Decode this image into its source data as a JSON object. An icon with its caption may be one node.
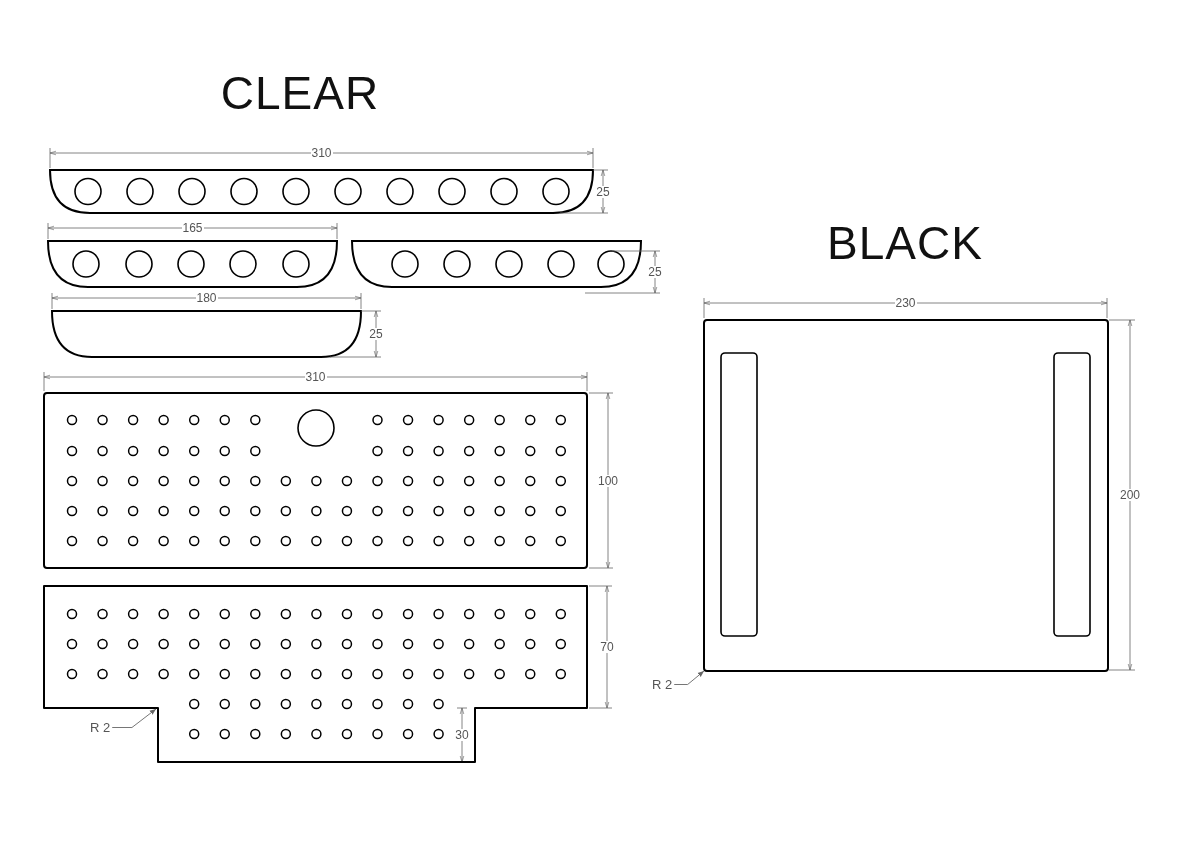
{
  "diagram": {
    "nodes": [
      {
        "text": [
          "R 2"
        ]
      },
      {
        "text": [],
        "shape": "box"
      },
      {
        "text": [
          "R 2"
        ]
      },
      {
        "text": [],
        "shape": "box"
      }
    ],
    "edges": [
      {
        "from": 0,
        "to": 1,
        "arrow": "to"
      },
      {
        "from": 2,
        "to": 3,
        "arrow": "to"
      }
    ],
    "labels": [
      "CLEAR",
      "310",
      "25",
      "165",
      "25",
      "180",
      "25",
      "310",
      "100",
      "70",
      "30",
      "BLACK",
      "230",
      "200"
    ]
  }
}
